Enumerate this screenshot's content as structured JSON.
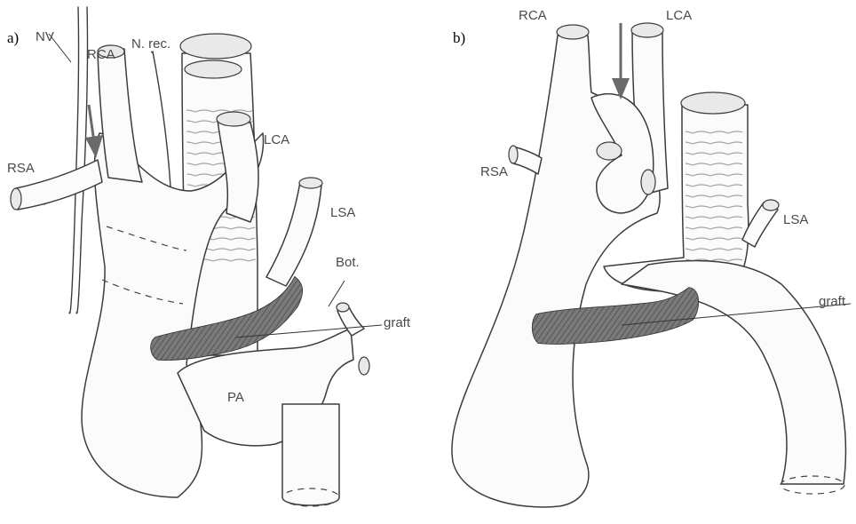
{
  "panels": [
    {
      "id": "a",
      "label": "a)",
      "structures": {
        "nv": "NV",
        "rca": "RCA",
        "n_rec": "N. rec.",
        "lca": "LCA",
        "rsa": "RSA",
        "lsa": "LSA",
        "bot": "Bot.",
        "graft": "graft",
        "pa": "PA"
      }
    },
    {
      "id": "b",
      "label": "b)",
      "structures": {
        "rca": "RCA",
        "lca": "LCA",
        "rsa": "RSA",
        "lsa": "LSA",
        "graft": "graft"
      }
    }
  ],
  "colors": {
    "ink": "#3c3c3c",
    "graft_fill": "#6e6e6e",
    "arrow": "#6a6a6a",
    "label_text": "#4a4a4a"
  },
  "icons": {
    "arrow": "down-arrow-icon"
  }
}
